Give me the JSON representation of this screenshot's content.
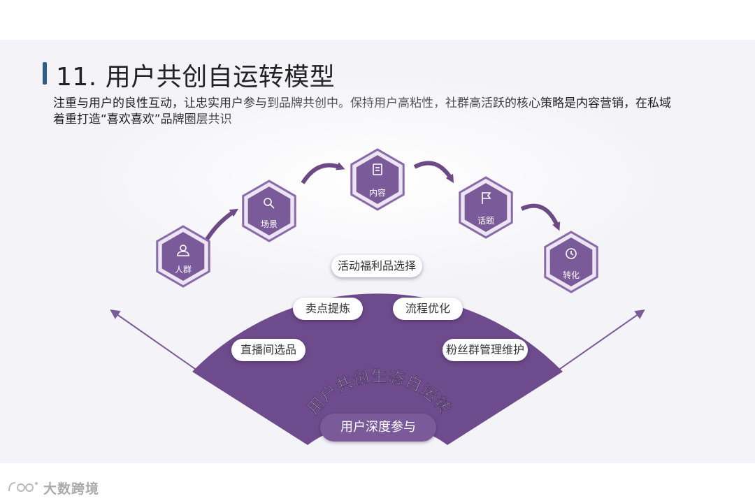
{
  "title": "11. 用户共创自运转模型",
  "subtitle": {
    "line1": "注重与用户的良性互动，让忠实用户参与到品牌共创中。保持用户高粘性，社群高活跃的核心策略是内容营销，在私域",
    "line2": "着重打造“喜欢喜欢”品牌圈层共识"
  },
  "hexagons": [
    {
      "label": "人群",
      "icon": "person-icon"
    },
    {
      "label": "场景",
      "icon": "search-icon"
    },
    {
      "label": "内容",
      "icon": "document-icon"
    },
    {
      "label": "话题",
      "icon": "flag-icon"
    },
    {
      "label": "转化",
      "icon": "clock-icon"
    }
  ],
  "pills": {
    "top": "活动福利品选择",
    "mid_left": "卖点提炼",
    "mid_right": "流程优化",
    "low_left": "直播间选品",
    "low_right": "粉丝群管理维护"
  },
  "arc_text": "用户共创生态自运转",
  "center_label": "用户深度参与",
  "footer": {
    "logo": "logo-icon",
    "text": "大数跨境"
  },
  "colors": {
    "purple": "#7a5a98",
    "fan": "#6e4b8c",
    "hex_border": "#8a6aa8",
    "arrow": "#6b4a86",
    "bg": "#f4f4f8"
  }
}
